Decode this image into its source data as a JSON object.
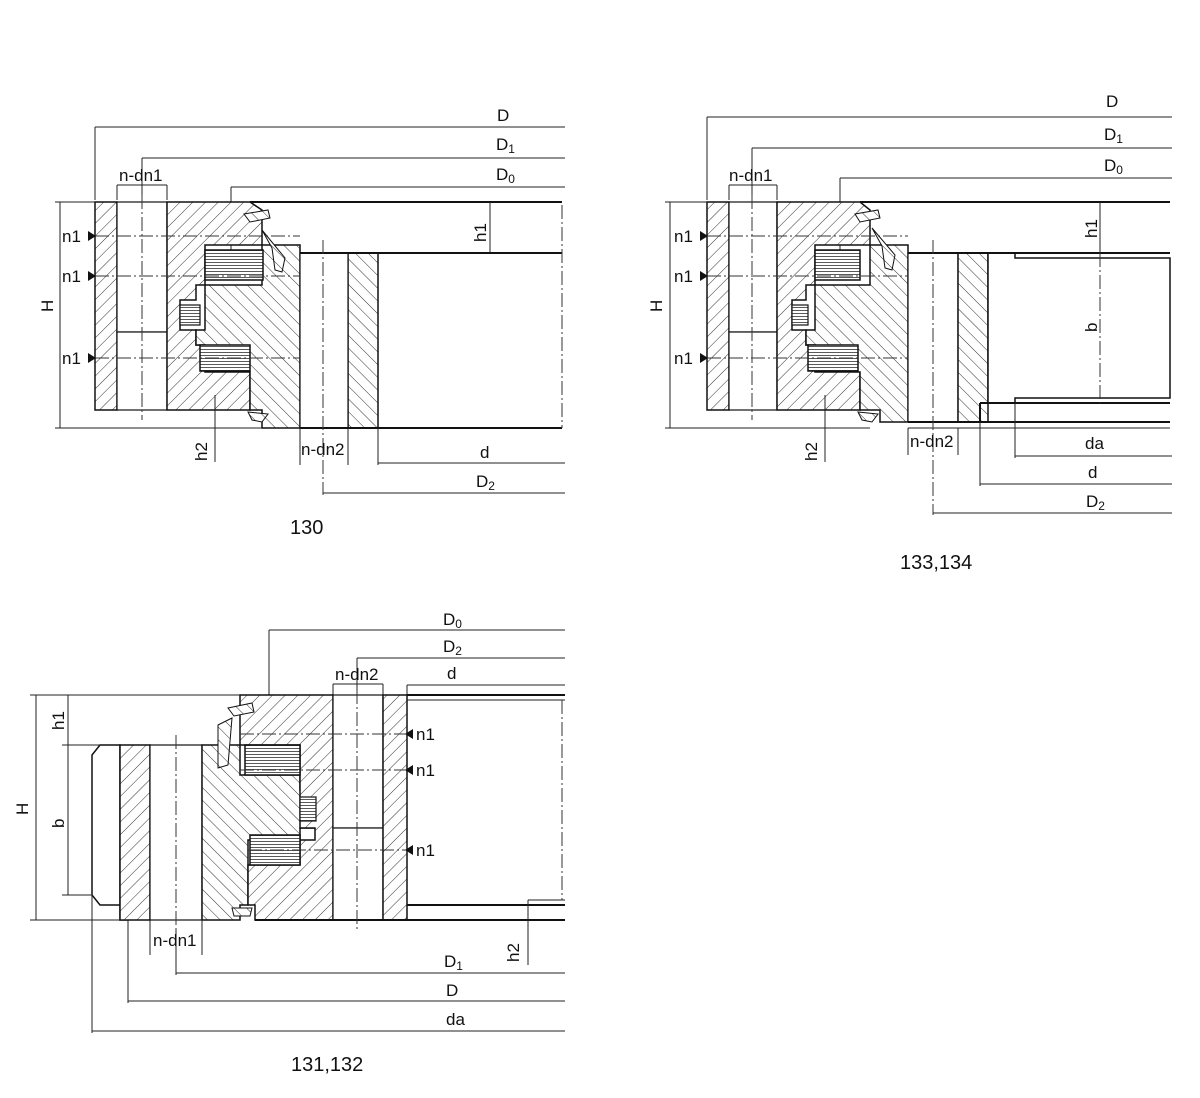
{
  "diagrams": [
    {
      "id": "130",
      "caption": "130",
      "labels": {
        "D": "D",
        "D1": "D",
        "D1_sub": "1",
        "D0": "D",
        "D0_sub": "0",
        "ndn1": "n-dn1",
        "h1": "h1",
        "H": "H",
        "n1_a": "n1",
        "n1_b": "n1",
        "n1_c": "n1",
        "h2": "h2",
        "ndn2": "n-dn2",
        "d": "d",
        "D2": "D",
        "D2_sub": "2"
      }
    },
    {
      "id": "133_134",
      "caption": "133,134",
      "labels": {
        "D": "D",
        "D1": "D",
        "D1_sub": "1",
        "D0": "D",
        "D0_sub": "0",
        "ndn1": "n-dn1",
        "h1": "h1",
        "H": "H",
        "b": "b",
        "n1_a": "n1",
        "n1_b": "n1",
        "n1_c": "n1",
        "h2": "h2",
        "ndn2": "n-dn2",
        "da": "da",
        "d": "d",
        "D2": "D",
        "D2_sub": "2"
      }
    },
    {
      "id": "131_132",
      "caption": "131,132",
      "labels": {
        "D0": "D",
        "D0_sub": "0",
        "D2": "D",
        "D2_sub": "2",
        "d": "d",
        "ndn2": "n-dn2",
        "h1": "h1",
        "H": "H",
        "b": "b",
        "n1_a": "n1",
        "n1_b": "n1",
        "n1_c": "n1",
        "h2": "h2",
        "ndn1": "n-dn1",
        "D1": "D",
        "D1_sub": "1",
        "D": "D",
        "da": "da"
      }
    }
  ]
}
